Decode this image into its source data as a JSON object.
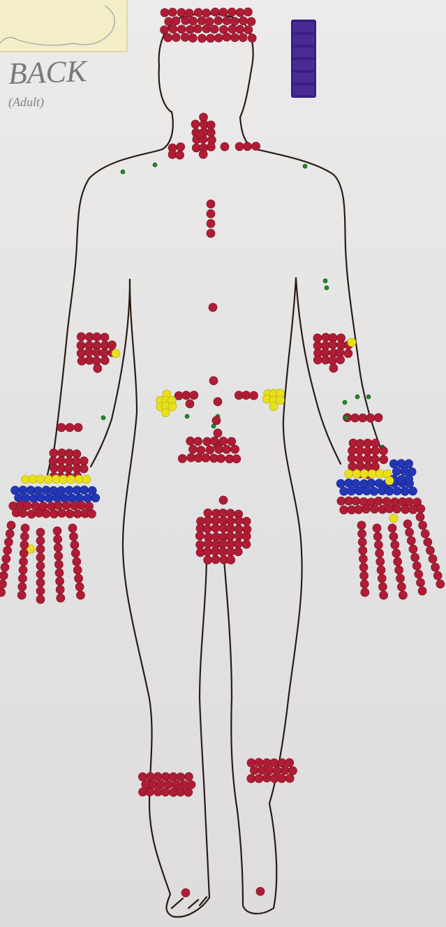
{
  "poster": {
    "title": "BACK",
    "subtitle": "(Adult)"
  },
  "colors": {
    "paper": "#e8e6e6",
    "outline": "#2a1c14",
    "dot_red": "#b01c34",
    "dot_yellow": "#e8e01a",
    "dot_blue": "#2236b8",
    "dot_green": "#1f8a2a",
    "sticky_note": "#f2edc8",
    "marker_strip": "#3a1c78"
  },
  "legend_icons": [
    "sticky-note",
    "purple-marker-strip"
  ]
}
